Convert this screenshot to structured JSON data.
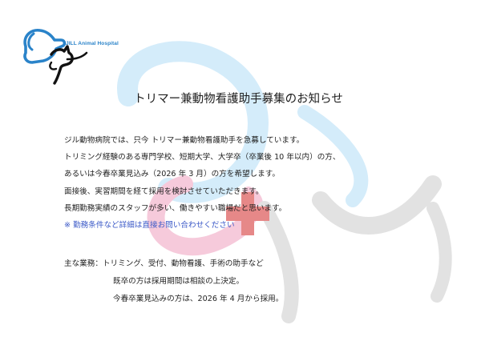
{
  "logo": {
    "name": "JILL Animal Hospital",
    "icon": "dog-and-cat-logo"
  },
  "colors": {
    "logo_blue": "#2a83c9",
    "logo_black": "#111111",
    "watermark_blue": "#d4ecfa",
    "watermark_pink": "#f6cadb",
    "watermark_gray": "#e2e2e2",
    "watermark_red": "#e68888",
    "note_blue": "#3a58c7"
  },
  "title": "トリマー兼動物看護助手募集のお知らせ",
  "body": {
    "lines": [
      "ジル動物病院では、只今 トリマー兼動物看護助手を急募しています。",
      "トリミング経験のある専門学校、短期大学、大学卒（卒業後 10 年以内）の方、",
      "あるいは今春卒業見込み（2026 年 3 月）の方を希望します。",
      "面接後、実習期間を経て採用を検討させていただきます。",
      "長期勤務実績のスタッフが多い、働きやすい職場だと思います。"
    ],
    "note": "※ 勤務条件など詳細は直接お問い合わせください"
  },
  "duties": {
    "label": "主な業務：",
    "main": "トリミング、受付、動物看護、手術の助手など",
    "lines": [
      "既卒の方は採用期間は相談の上決定。",
      "今春卒業見込みの方は、2026 年 4 月から採用。"
    ]
  }
}
